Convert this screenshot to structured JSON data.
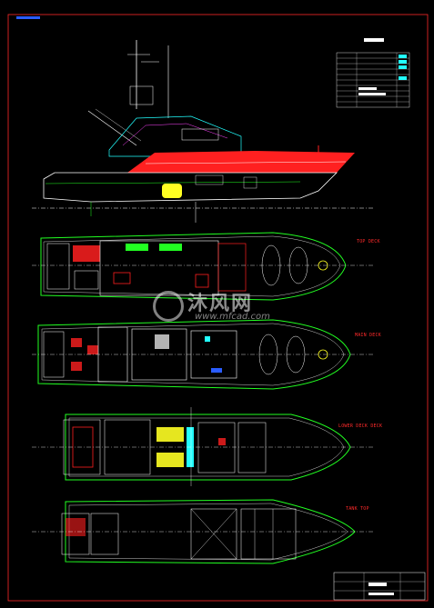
{
  "views": {
    "top_deck": "TOP DECK",
    "main_deck": "MAIN DECK",
    "lower_deck": "LOWER DECK DECK",
    "tank_top": "TANK TOP"
  },
  "watermark": {
    "cn": "沐风网",
    "en": "www.mfcad.com"
  },
  "colors": {
    "frame": "#ff2a2a",
    "hull": "#ffffff",
    "deck_green": "#22ff22",
    "accent_red": "#ff2020",
    "cyan": "#22ffff",
    "magenta": "#ff44ff",
    "yellow": "#ffff22"
  }
}
